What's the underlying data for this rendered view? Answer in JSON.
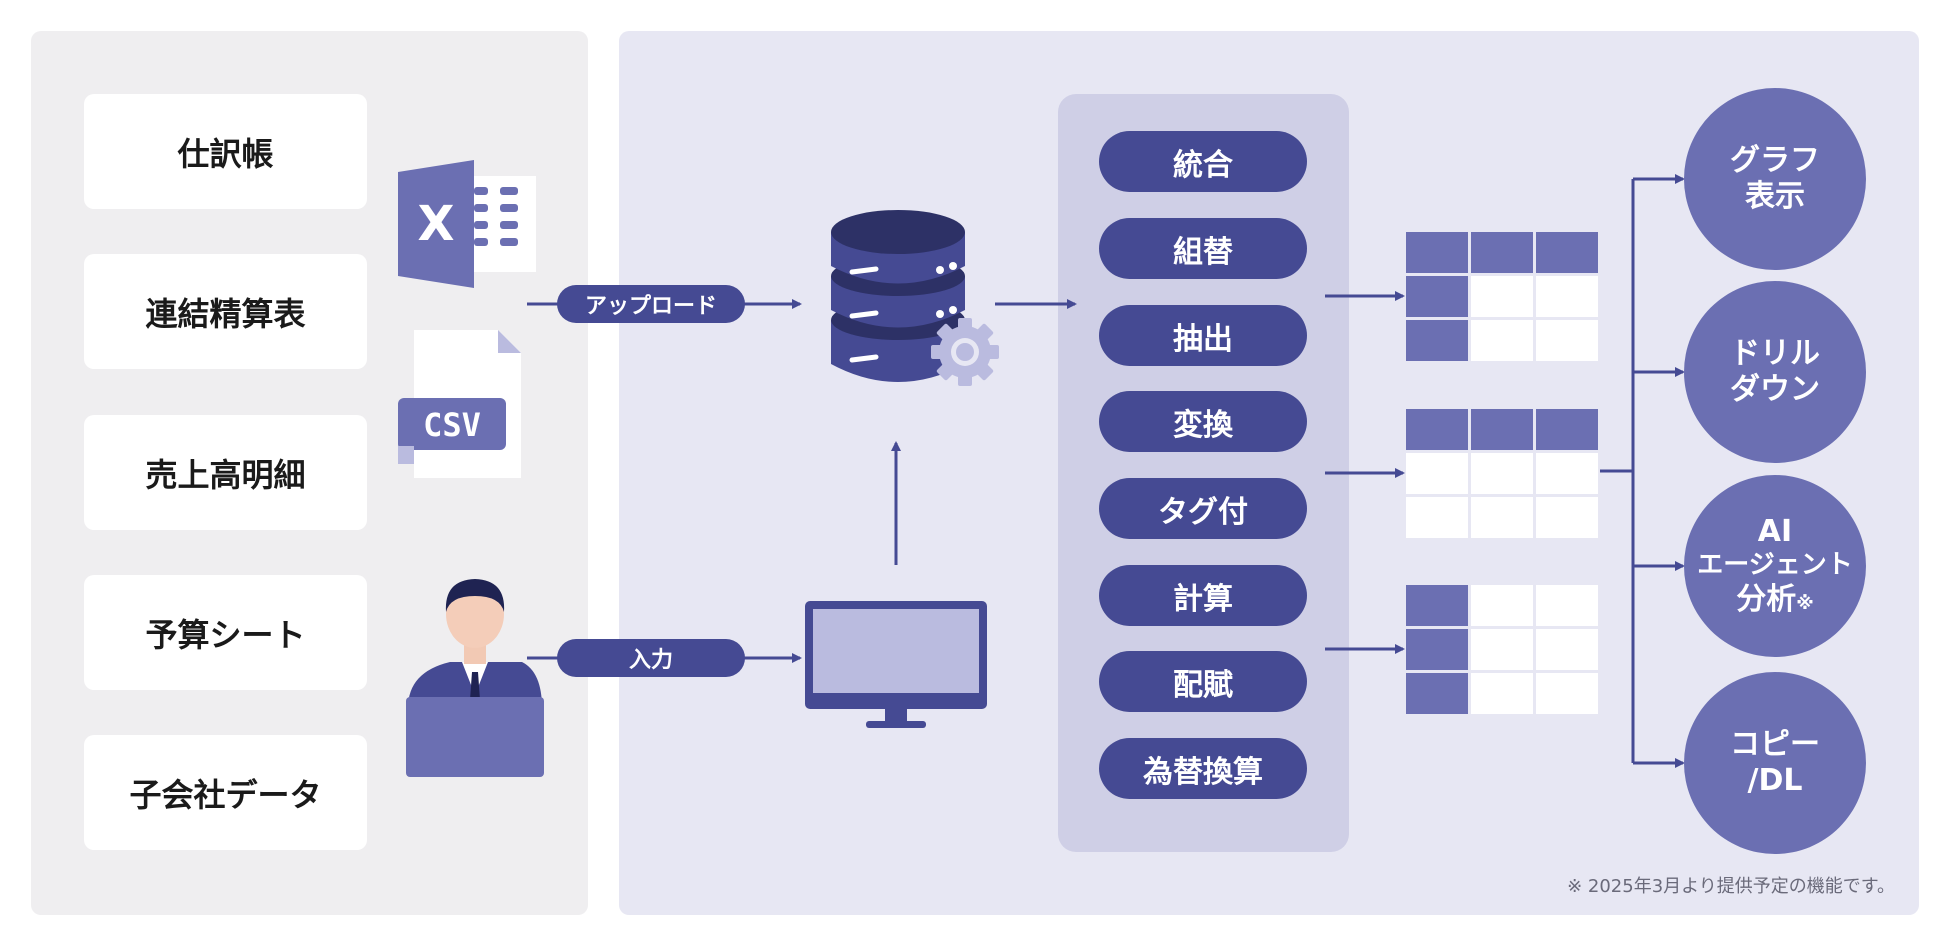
{
  "sources": [
    "仕訳帳",
    "連結精算表",
    "売上高明細",
    "予算シート",
    "子会社データ"
  ],
  "file_icons": {
    "excel_letter": "X",
    "csv_label": "CSV"
  },
  "arrows": {
    "upload_label": "アップロード",
    "input_label": "入力"
  },
  "processes": [
    "統合",
    "組替",
    "抽出",
    "変換",
    "タグ付",
    "計算",
    "配賦",
    "為替換算"
  ],
  "outputs": [
    {
      "lines": [
        "グラフ",
        "表示"
      ],
      "note": ""
    },
    {
      "lines": [
        "ドリル",
        "ダウン"
      ],
      "note": ""
    },
    {
      "lines": [
        "AI",
        "エージェント",
        "分析"
      ],
      "note": "※"
    },
    {
      "lines": [
        "コピー",
        "/DL"
      ],
      "note": ""
    }
  ],
  "footnote": "※ 2025年3月より提供予定の機能です。",
  "colors": {
    "navy": "#454a93",
    "accent": "#6b6fb2",
    "light_accent": "#babbdf",
    "panel_left": "#efeef0",
    "panel_right": "#e7e7f3",
    "process_panel": "#cfcfe6"
  }
}
